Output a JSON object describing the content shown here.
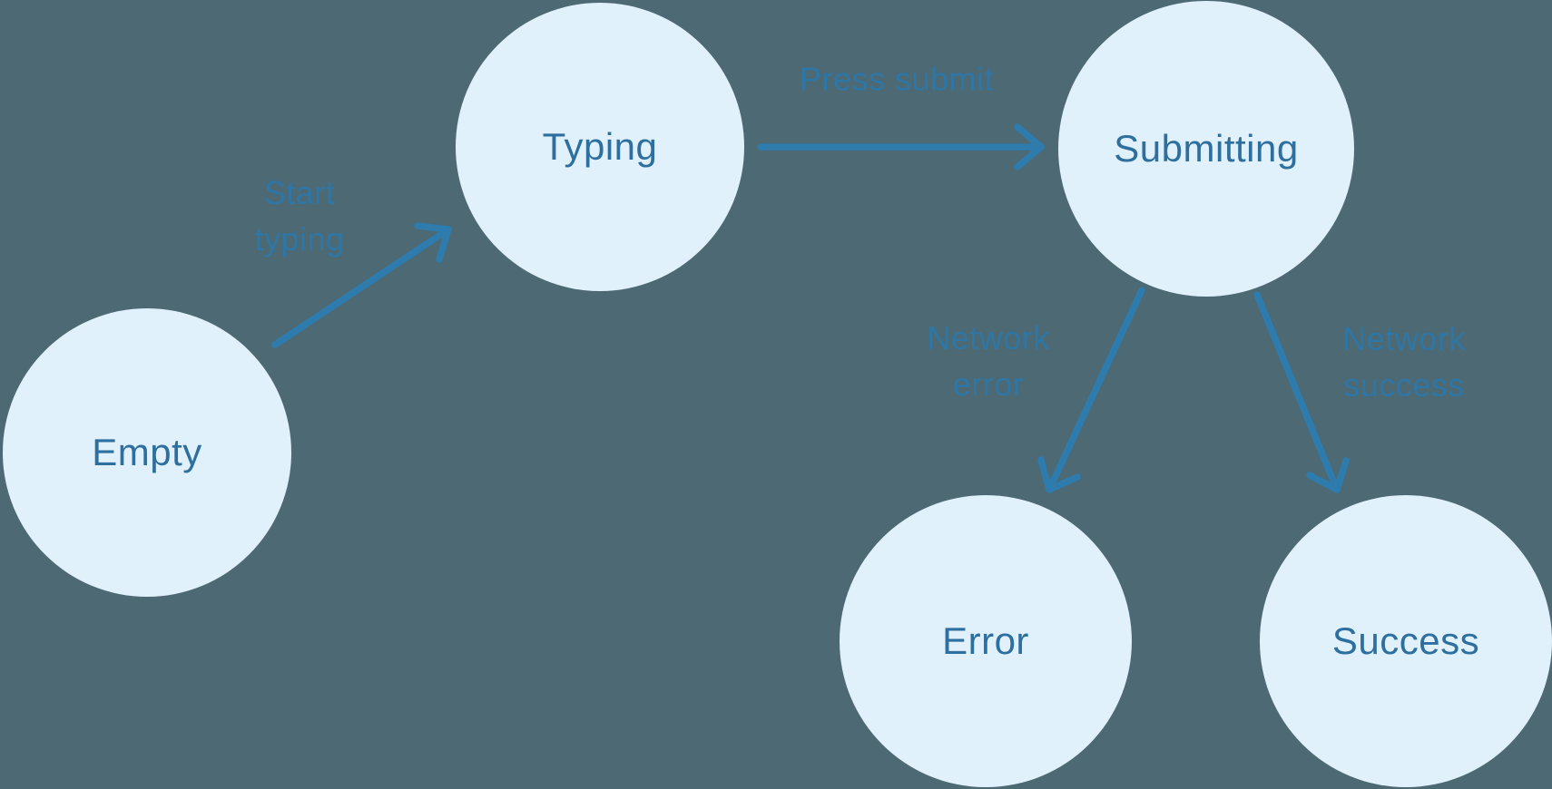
{
  "diagram": {
    "type": "state-machine",
    "nodes": [
      {
        "id": "empty",
        "label": "Empty"
      },
      {
        "id": "typing",
        "label": "Typing"
      },
      {
        "id": "submitting",
        "label": "Submitting"
      },
      {
        "id": "error",
        "label": "Error"
      },
      {
        "id": "success",
        "label": "Success"
      }
    ],
    "edges": [
      {
        "from": "empty",
        "to": "typing",
        "label": "Start typing"
      },
      {
        "from": "typing",
        "to": "submitting",
        "label": "Press submit"
      },
      {
        "from": "submitting",
        "to": "error",
        "label": "Network error"
      },
      {
        "from": "submitting",
        "to": "success",
        "label": "Network success"
      }
    ],
    "colors": {
      "background": "#4d6973",
      "node_fill": "#e1f1fb",
      "node_text": "#2d6f9e",
      "arrow": "#2e7bad",
      "edge_label": "#2e76a6"
    }
  }
}
